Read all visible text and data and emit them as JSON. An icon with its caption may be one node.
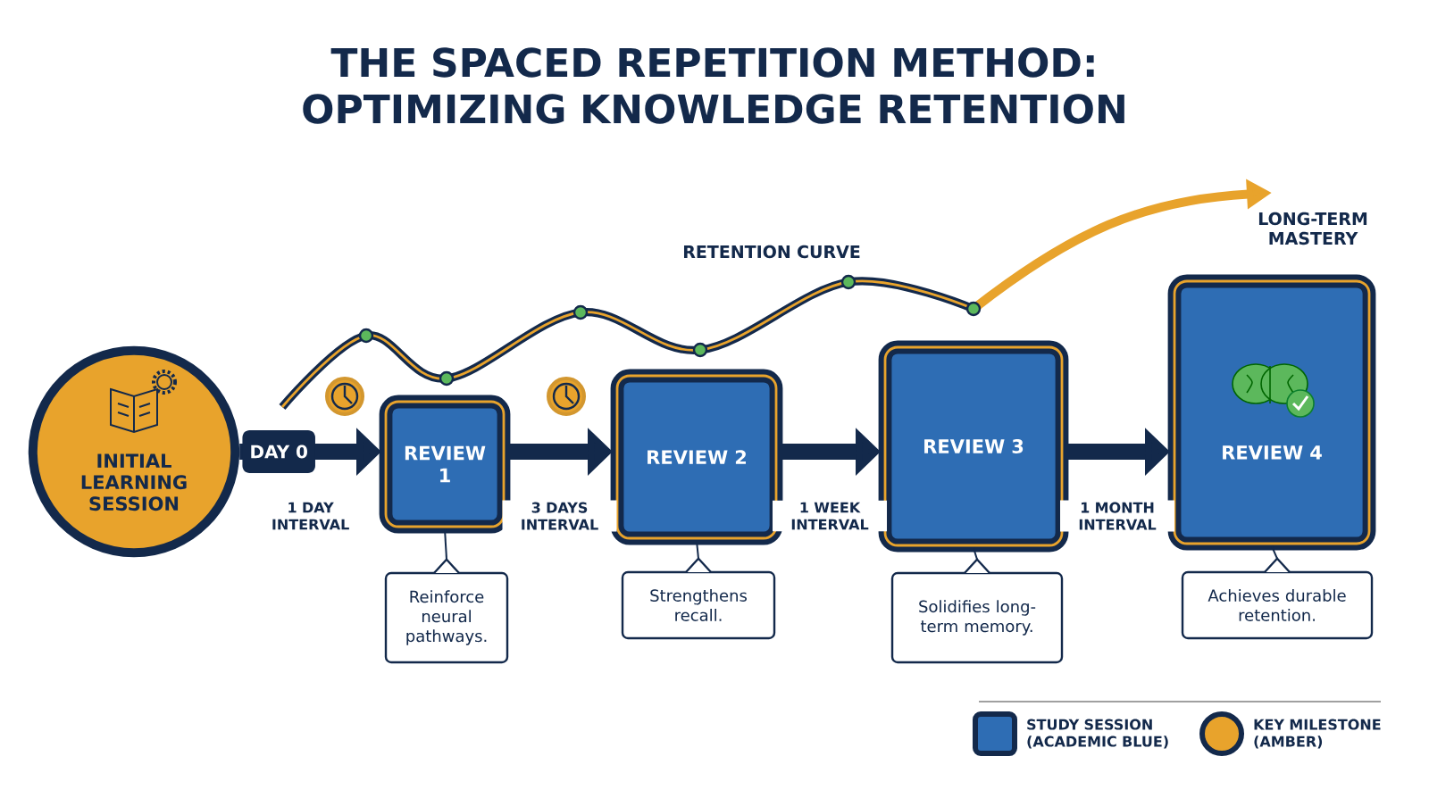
{
  "diagram": {
    "title": "THE SPACED REPETITION METHOD: OPTIMIZING KNOWLEDGE RETENTION",
    "nodes": [
      {
        "text": [
          "INITIAL LEARNING SESSION"
        ],
        "beside": [
          "DAY 0"
        ]
      },
      {
        "text": [
          "REVIEW 1"
        ]
      },
      {
        "text": [
          "REVIEW 2"
        ]
      },
      {
        "text": [
          "REVIEW 3"
        ]
      },
      {
        "text": [
          "REVIEW 4"
        ]
      },
      {
        "text": [
          "Reinforce neural pathways."
        ]
      },
      {
        "text": [
          "Strengthens recall."
        ]
      },
      {
        "text": [
          "Solidifies long-term memory."
        ]
      },
      {
        "text": [
          "Achieves durable retention."
        ]
      }
    ],
    "edges": [
      {
        "from": 0,
        "to": 1,
        "arrow": "to",
        "label": "1 DAY INTERVAL",
        "style": "thick"
      },
      {
        "from": 1,
        "to": 2,
        "arrow": "to",
        "label": "3 DAYS INTERVAL",
        "style": "thick"
      },
      {
        "from": 2,
        "to": 3,
        "arrow": "to",
        "label": "1 WEEK INTERVAL",
        "style": "thick"
      },
      {
        "from": 3,
        "to": 4,
        "arrow": "to",
        "label": "1 MONTH INTERVAL",
        "style": "thick"
      },
      {
        "from": 1,
        "to": 5,
        "arrow": "none"
      },
      {
        "from": 2,
        "to": 6,
        "arrow": "none"
      },
      {
        "from": 3,
        "to": 7,
        "arrow": "none"
      },
      {
        "from": 4,
        "to": 8,
        "arrow": "none"
      }
    ],
    "labels": [
      "LONG-TERM MASTERY",
      "RETENTION CURVE"
    ],
    "legend": [
      {
        "text": "STUDY SESSION (ACADEMIC BLUE)",
        "color": "#2e6db4"
      },
      {
        "text": "KEY MILESTONE (AMBER)",
        "color": "#e8a32c"
      }
    ]
  }
}
